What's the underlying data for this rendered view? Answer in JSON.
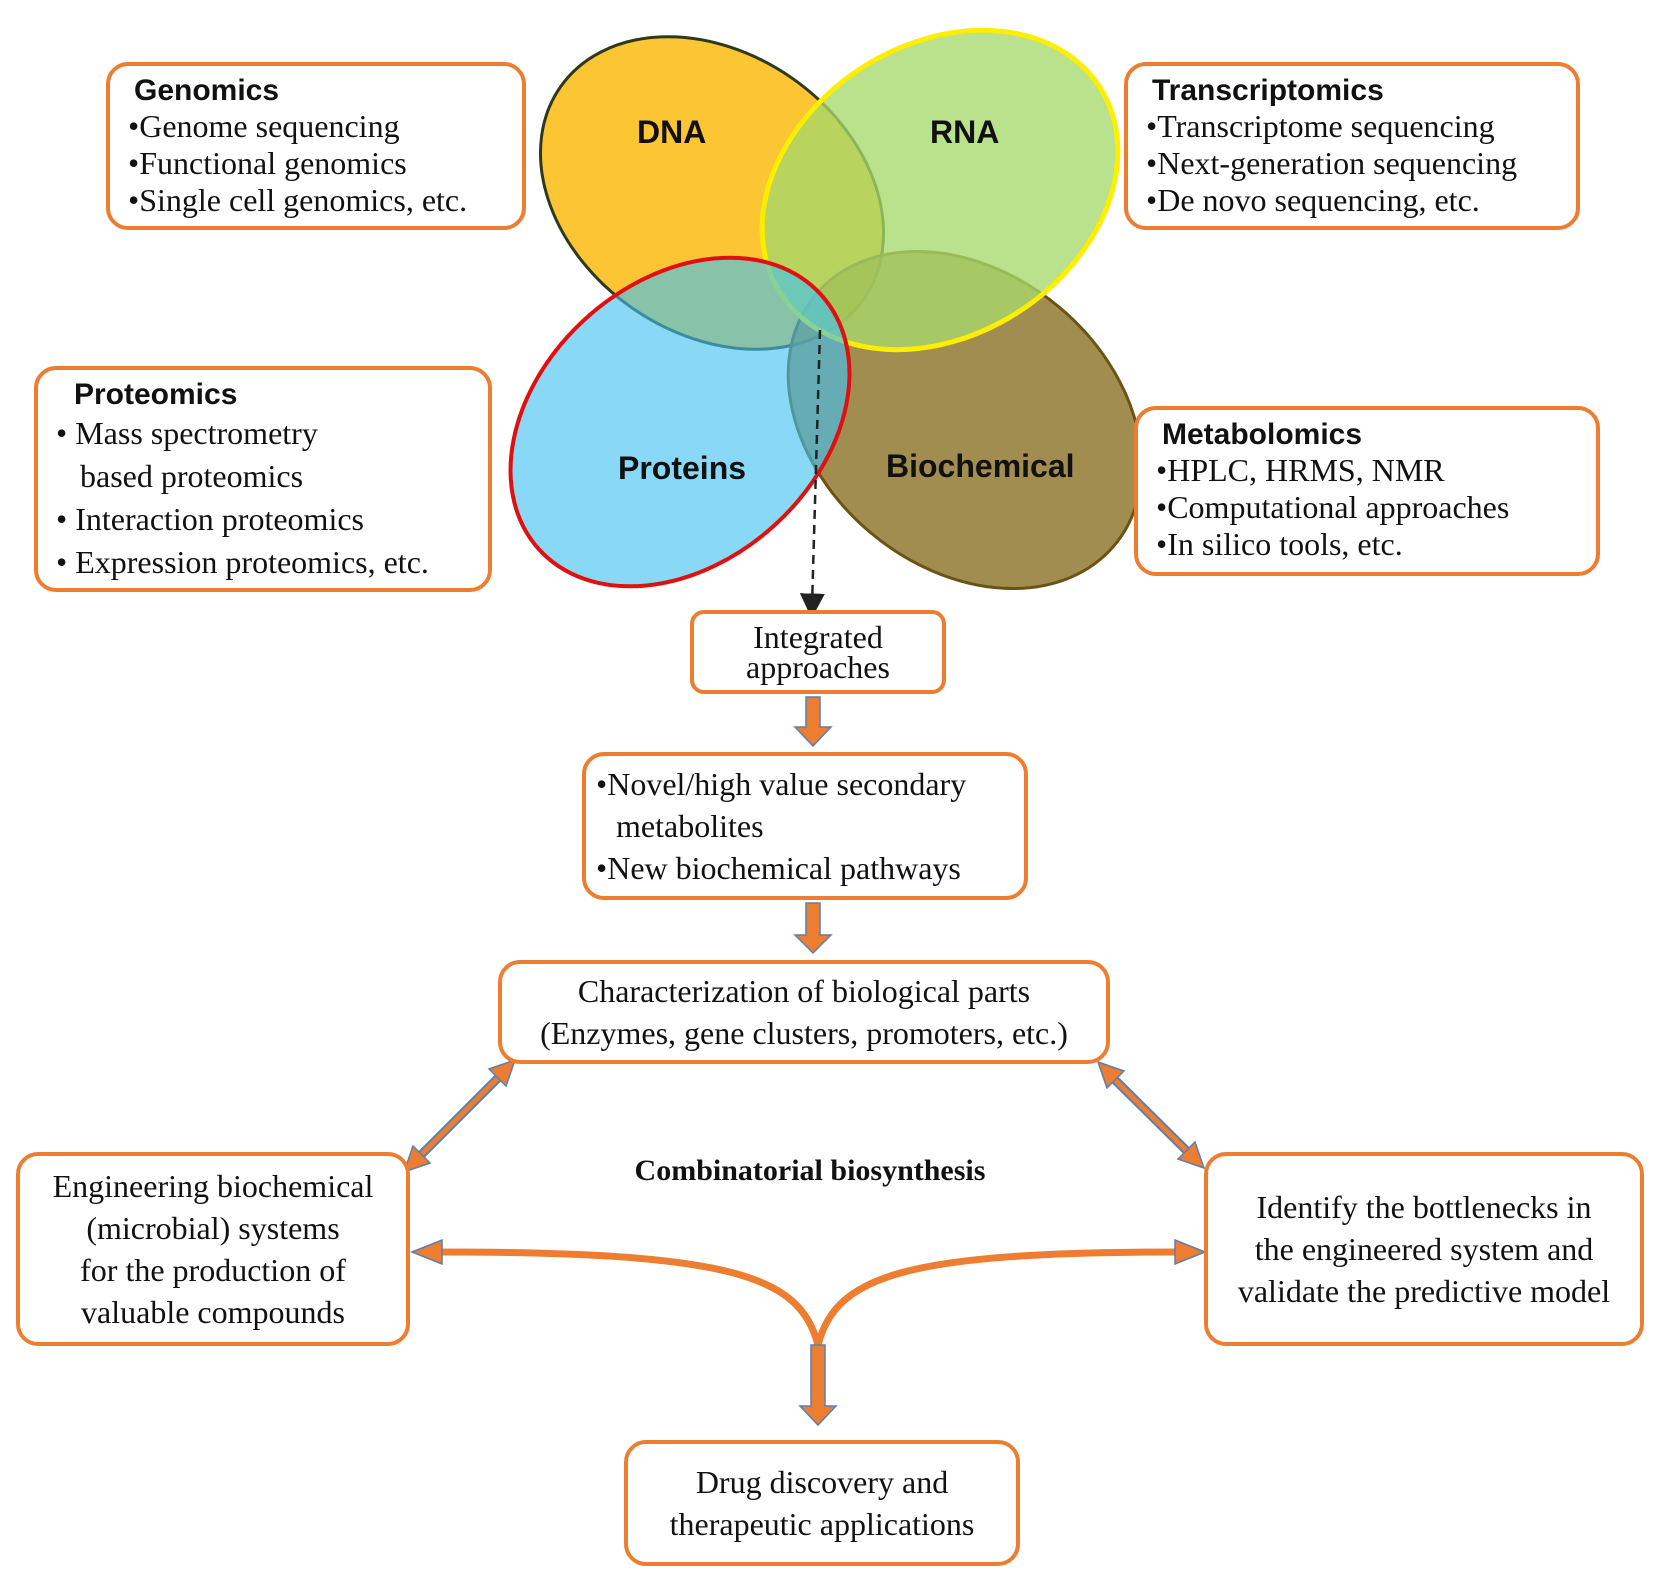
{
  "colors": {
    "box_border": "#ED7D31",
    "arrow_orange": "#ED7D31",
    "arrow_outline": "#5B7FB0",
    "dna": "#FBBD18",
    "rna": "#A6D96A",
    "proteins": "#41C0F0",
    "biochemical": "#8B7025"
  },
  "ellipses": {
    "dna": "DNA",
    "rna": "RNA",
    "proteins": "Proteins",
    "biochemical": "Biochemical"
  },
  "genomics": {
    "title": "Genomics",
    "items": [
      "•Genome sequencing",
      "•Functional genomics",
      "•Single cell genomics, etc."
    ]
  },
  "transcriptomics": {
    "title": "Transcriptomics",
    "items": [
      "•Transcriptome sequencing",
      "•Next-generation sequencing",
      "•De novo sequencing, etc."
    ]
  },
  "proteomics": {
    "title": "Proteomics",
    "items": [
      "• Mass spectrometry",
      "based proteomics",
      "• Interaction proteomics",
      "• Expression proteomics, etc."
    ]
  },
  "metabolomics": {
    "title": "Metabolomics",
    "items": [
      "•HPLC, HRMS, NMR",
      "•Computational approaches",
      "•In silico tools, etc."
    ]
  },
  "integrated": [
    "Integrated",
    "approaches"
  ],
  "novel": [
    "•Novel/high value secondary",
    "metabolites",
    "•New biochemical pathways"
  ],
  "characterization": [
    "Characterization of biological parts",
    "(Enzymes, gene clusters, promoters, etc.)"
  ],
  "combinatorial": "Combinatorial biosynthesis",
  "engineering": [
    "Engineering biochemical",
    "(microbial) systems",
    "for the production of",
    "valuable compounds"
  ],
  "identify": [
    "Identify the bottlenecks in",
    "the engineered system and",
    "validate the predictive model"
  ],
  "drug": [
    "Drug discovery and",
    "therapeutic applications"
  ]
}
